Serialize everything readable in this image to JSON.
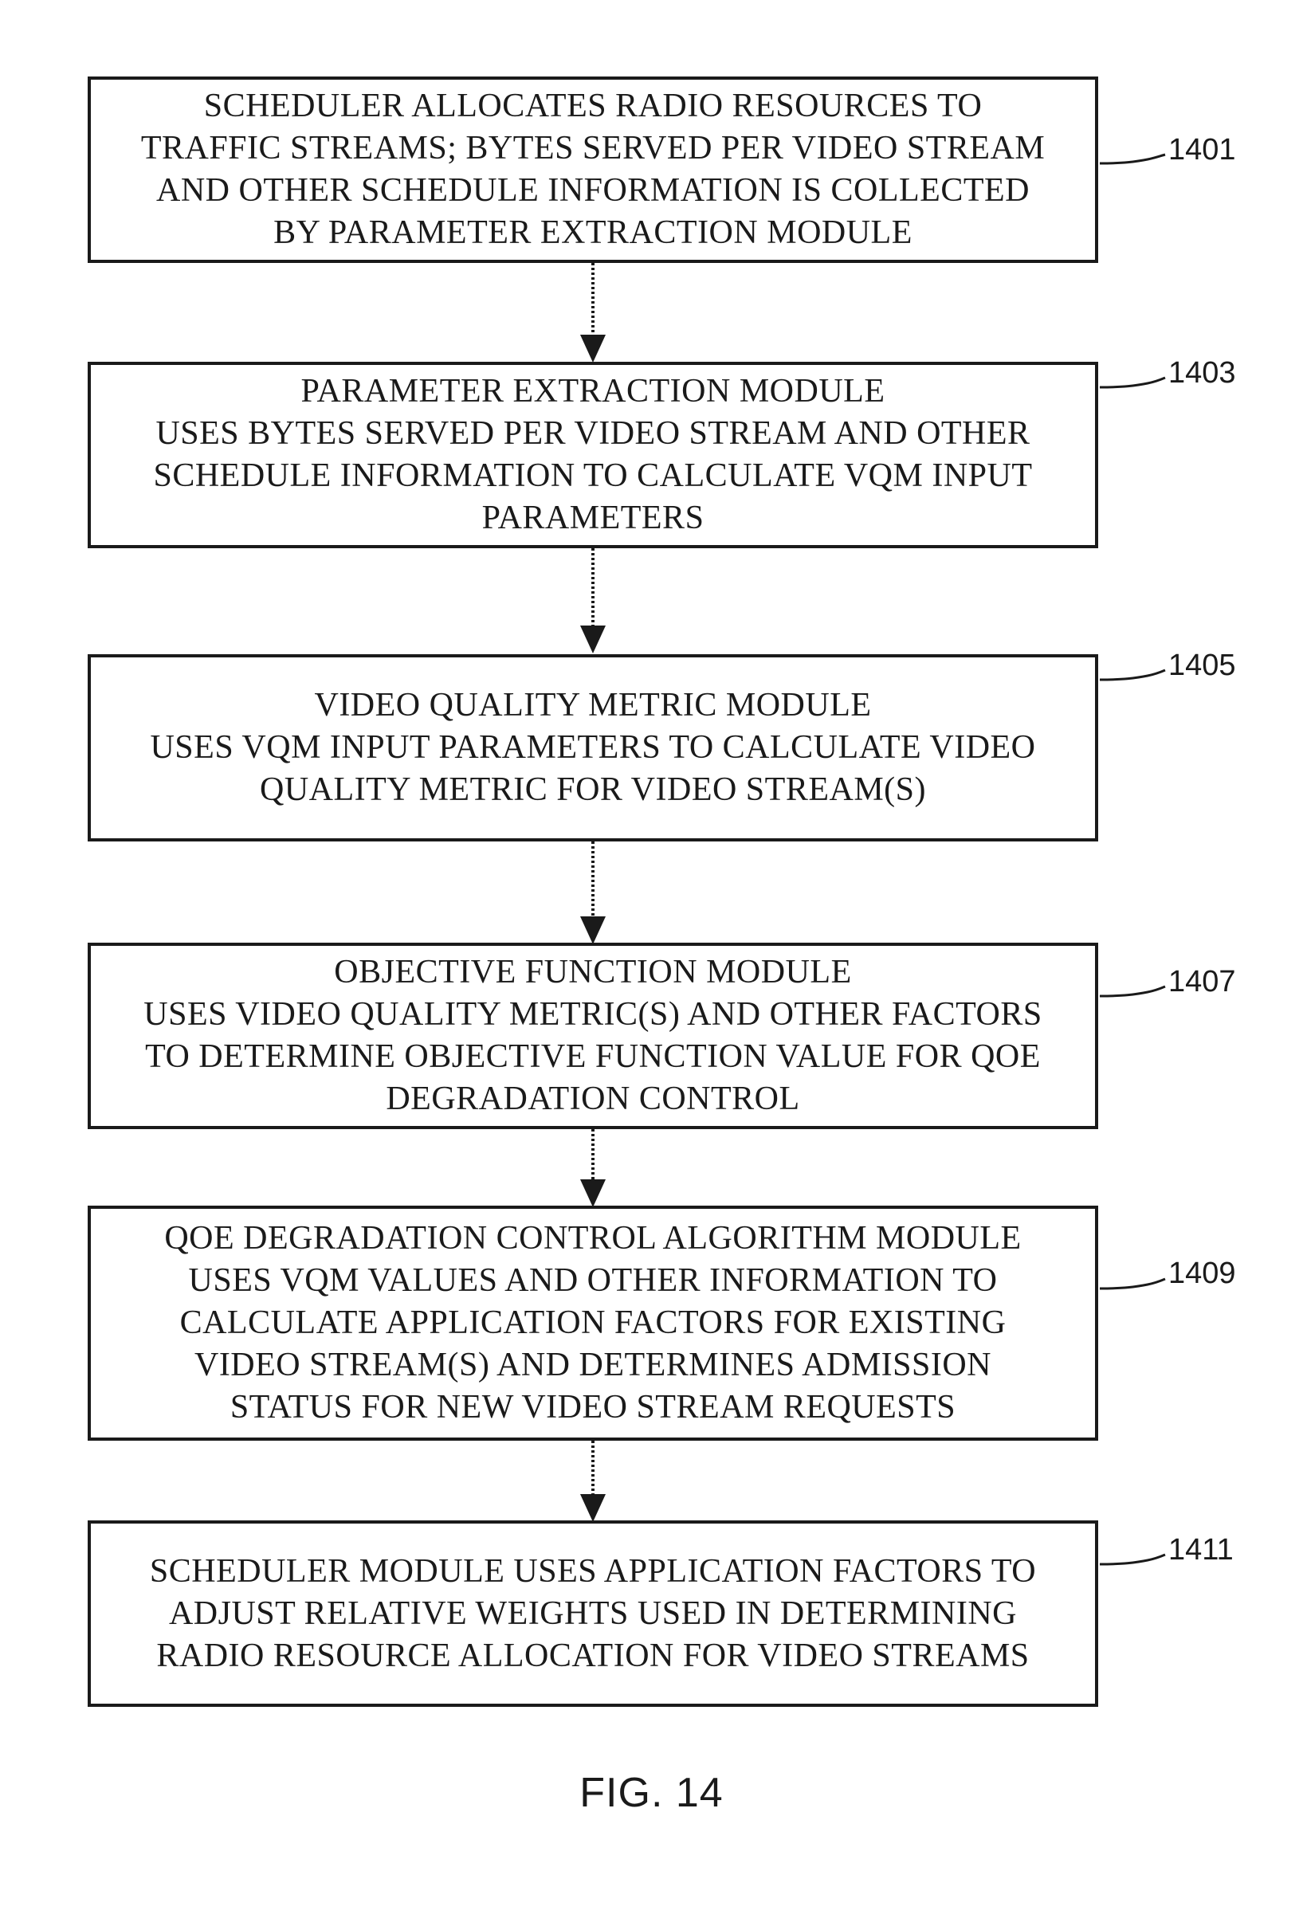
{
  "steps": [
    {
      "ref": "1401",
      "lines": [
        "SCHEDULER ALLOCATES RADIO RESOURCES TO",
        "TRAFFIC STREAMS; BYTES SERVED PER VIDEO STREAM",
        "AND OTHER SCHEDULE INFORMATION IS COLLECTED",
        "BY PARAMETER EXTRACTION MODULE"
      ]
    },
    {
      "ref": "1403",
      "lines": [
        "PARAMETER EXTRACTION MODULE",
        "USES BYTES SERVED PER VIDEO STREAM AND OTHER",
        "SCHEDULE INFORMATION TO CALCULATE VQM INPUT",
        "PARAMETERS"
      ]
    },
    {
      "ref": "1405",
      "lines": [
        "VIDEO QUALITY METRIC MODULE",
        "USES VQM INPUT PARAMETERS TO CALCULATE VIDEO",
        "QUALITY METRIC FOR VIDEO STREAM(S)"
      ]
    },
    {
      "ref": "1407",
      "lines": [
        "OBJECTIVE FUNCTION MODULE",
        "USES VIDEO QUALITY METRIC(S) AND OTHER FACTORS",
        "TO DETERMINE OBJECTIVE FUNCTION VALUE FOR QOE",
        "DEGRADATION CONTROL"
      ]
    },
    {
      "ref": "1409",
      "lines": [
        "QOE DEGRADATION CONTROL ALGORITHM MODULE",
        "USES VQM VALUES AND OTHER INFORMATION TO",
        "CALCULATE APPLICATION FACTORS FOR EXISTING",
        "VIDEO STREAM(S) AND DETERMINES ADMISSION",
        "STATUS FOR NEW VIDEO STREAM REQUESTS"
      ]
    },
    {
      "ref": "1411",
      "lines": [
        "SCHEDULER MODULE USES APPLICATION FACTORS TO",
        "ADJUST RELATIVE WEIGHTS USED IN DETERMINING",
        "RADIO RESOURCE ALLOCATION  FOR VIDEO STREAMS"
      ]
    }
  ],
  "figure_label": "FIG. 14",
  "colors": {
    "ink": "#1a1a1a",
    "background": "#ffffff"
  }
}
